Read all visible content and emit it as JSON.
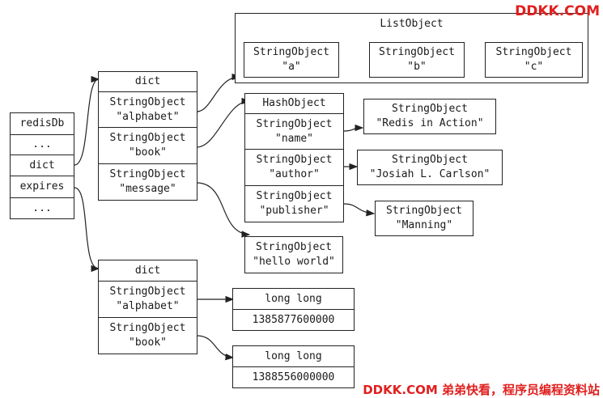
{
  "watermark": {
    "top": "DDKK.COM",
    "bottom": "DDKK.COM 弟弟快看，程序员编程资料站",
    "color": "#e0201f"
  },
  "redisdb": {
    "title": "redisDb",
    "slot1": "...",
    "dict": "dict",
    "expires": "expires",
    "slot4": "..."
  },
  "dict_main": {
    "title": "dict",
    "entries": [
      {
        "type": "StringObject",
        "key": "\"alphabet\""
      },
      {
        "type": "StringObject",
        "key": "\"book\""
      },
      {
        "type": "StringObject",
        "key": "\"message\""
      }
    ]
  },
  "list_object": {
    "title": "ListObject",
    "items": [
      {
        "type": "StringObject",
        "value": "\"a\""
      },
      {
        "type": "StringObject",
        "value": "\"b\""
      },
      {
        "type": "StringObject",
        "value": "\"c\""
      }
    ]
  },
  "hash_object": {
    "title": "HashObject",
    "fields": [
      {
        "type": "StringObject",
        "key": "\"name\""
      },
      {
        "type": "StringObject",
        "key": "\"author\""
      },
      {
        "type": "StringObject",
        "key": "\"publisher\""
      }
    ],
    "values": [
      {
        "type": "StringObject",
        "value": "\"Redis in Action\""
      },
      {
        "type": "StringObject",
        "value": "\"Josiah L. Carlson\""
      },
      {
        "type": "StringObject",
        "value": "\"Manning\""
      }
    ]
  },
  "message_value": {
    "type": "StringObject",
    "value": "\"hello world\""
  },
  "dict_expires": {
    "title": "dict",
    "entries": [
      {
        "type": "StringObject",
        "key": "\"alphabet\""
      },
      {
        "type": "StringObject",
        "key": "\"book\""
      }
    ]
  },
  "expire_values": [
    {
      "type": "long long",
      "value": "1385877600000"
    },
    {
      "type": "long long",
      "value": "1388556000000"
    }
  ]
}
